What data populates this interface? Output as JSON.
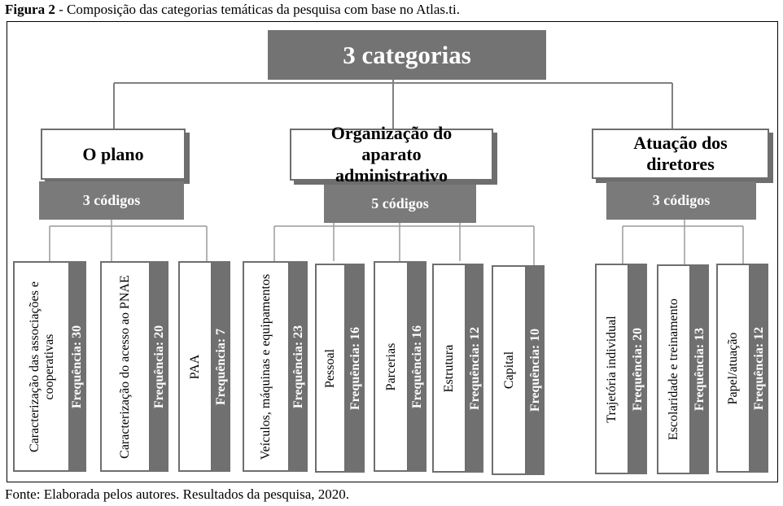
{
  "caption": {
    "label": "Figura 2",
    "text": " - Composição das categorias temáticas da pesquisa com base no Atlas.ti."
  },
  "source": "Fonte: Elaborada pelos autores. Resultados da pesquisa, 2020.",
  "root": {
    "label": "3 categorias"
  },
  "categories": [
    {
      "title": "O plano",
      "codes": "3 códigos",
      "leaves": [
        {
          "label": "Caracterização das associações e cooperativas",
          "freq": "Frequência: 30"
        },
        {
          "label": "Caracterização do acesso ao PNAE",
          "freq": "Frequência: 20"
        },
        {
          "label": "PAA",
          "freq": "Frequência: 7"
        }
      ]
    },
    {
      "title": "Organização do aparato administrativo",
      "codes": "5 códigos",
      "leaves": [
        {
          "label": "Veículos, máquinas e equipamentos",
          "freq": "Frequência: 23"
        },
        {
          "label": "Pessoal",
          "freq": "Frequência: 16"
        },
        {
          "label": "Parcerias",
          "freq": "Frequência: 16"
        },
        {
          "label": "Estrutura",
          "freq": "Frequência: 12"
        },
        {
          "label": "Capital",
          "freq": "Frequência: 10"
        }
      ]
    },
    {
      "title": "Atuação dos diretores",
      "codes": "3 códigos",
      "leaves": [
        {
          "label": "Trajetória individual",
          "freq": "Frequência: 20"
        },
        {
          "label": "Escolaridade e treinamento",
          "freq": "Frequência: 13"
        },
        {
          "label": "Papel/atuação",
          "freq": "Frequência: 12"
        }
      ]
    }
  ]
}
